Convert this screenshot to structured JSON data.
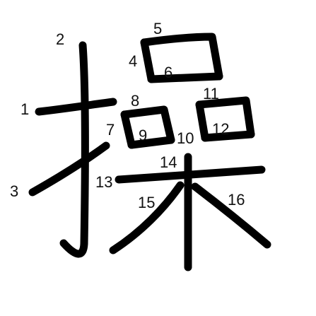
{
  "character": "操",
  "ink_color": "#000000",
  "label_color": "#111111",
  "background": "#ffffff",
  "stroke_numbers": [
    "1",
    "2",
    "3",
    "4",
    "5",
    "6",
    "7",
    "8",
    "9",
    "10",
    "11",
    "12",
    "13",
    "14",
    "15",
    "16"
  ]
}
